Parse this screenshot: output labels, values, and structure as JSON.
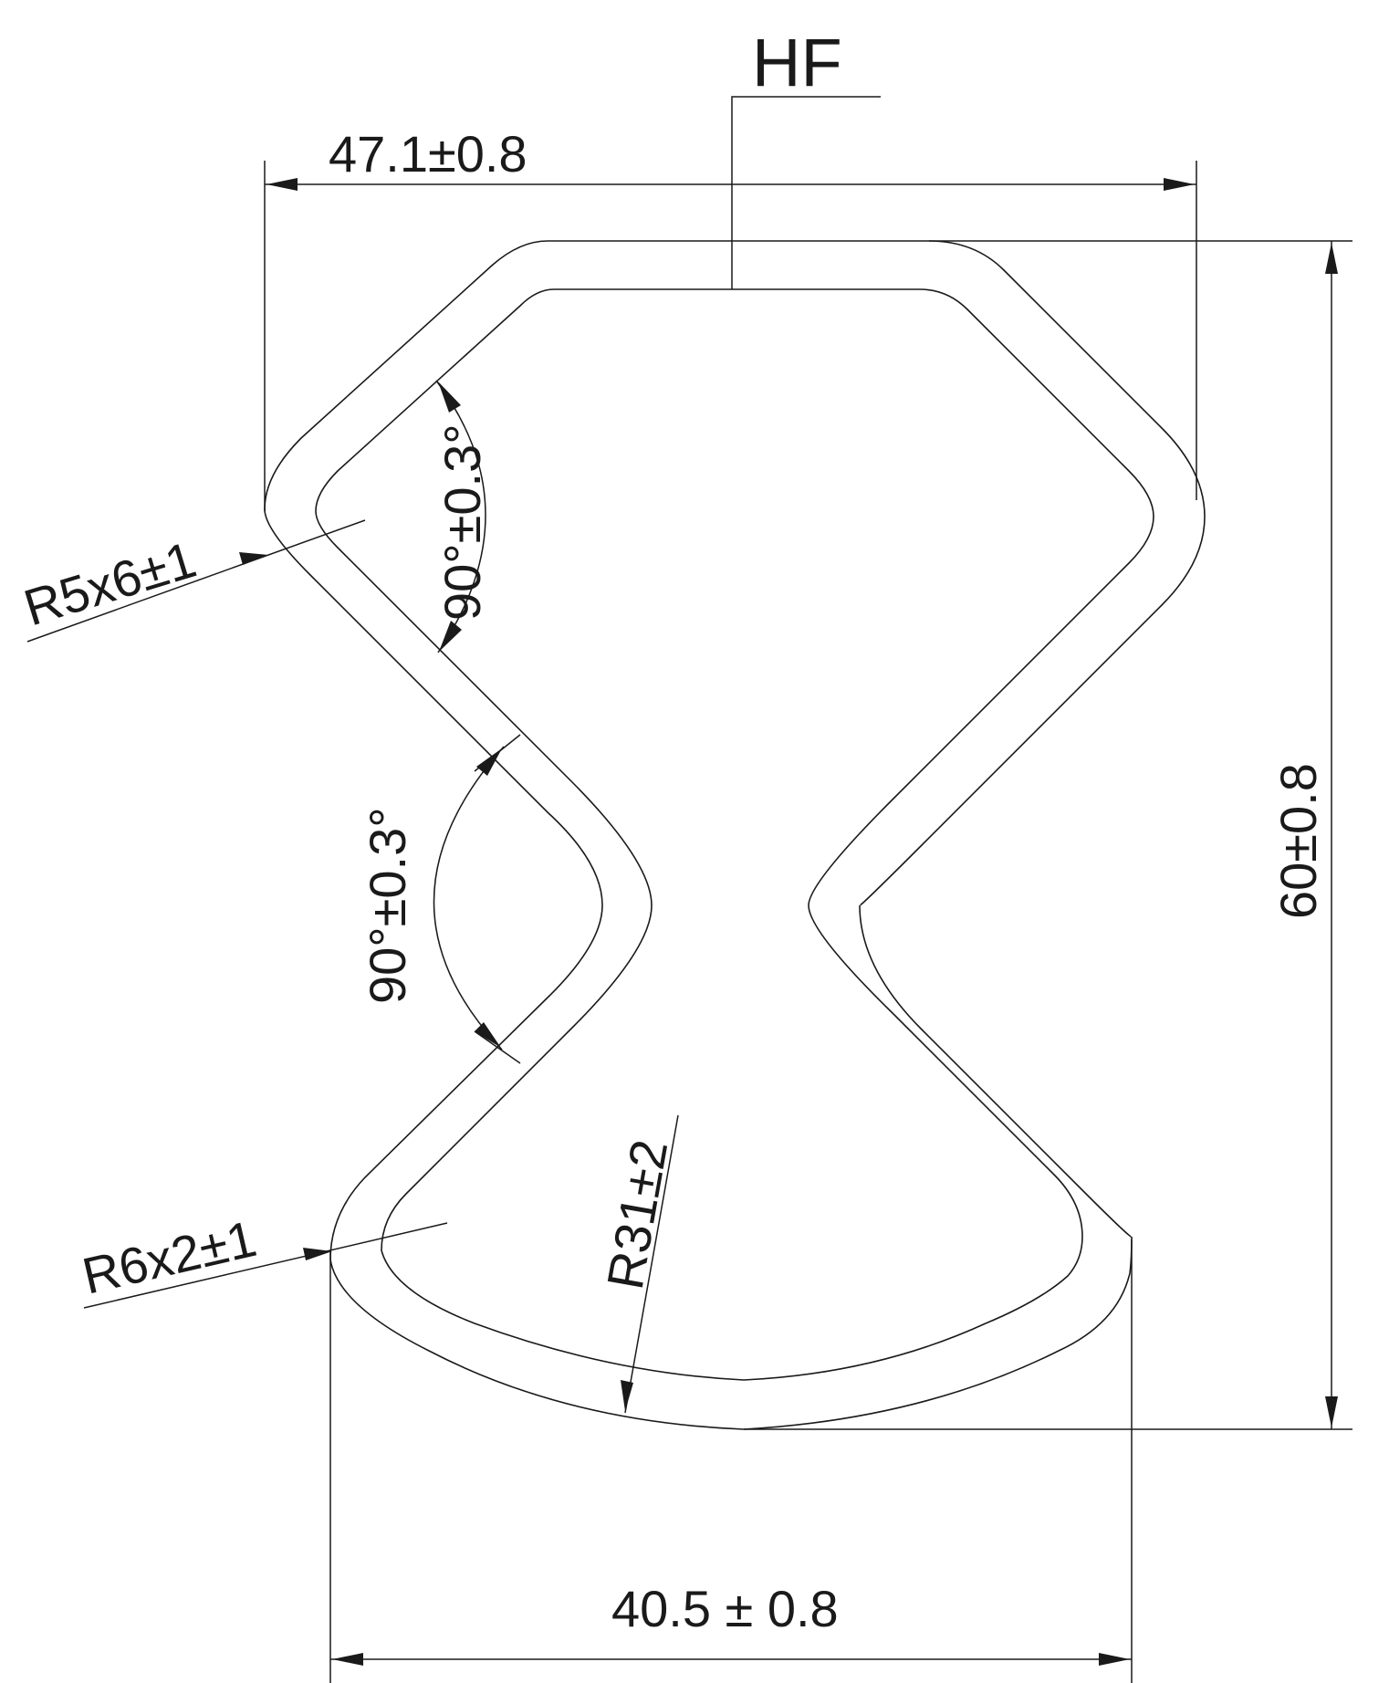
{
  "colors": {
    "line": "#1a1a1a",
    "background": "#ffffff"
  },
  "labels": {
    "hf": "HF",
    "top_width": "47.1±0.8",
    "bottom_width": "40.5 ± 0.8",
    "height": "60±0.8",
    "upper_angle": "90°±0.3°",
    "side_angle": "90°±0.3°",
    "upper_radius": "R5x6±1",
    "lower_radius": "R6x2±1",
    "bottom_radius": "R31±2"
  }
}
